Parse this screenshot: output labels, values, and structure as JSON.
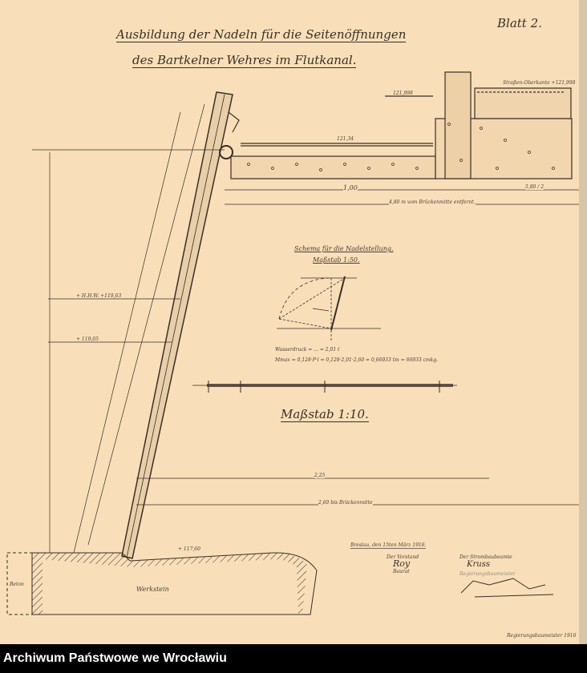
{
  "title": {
    "line1": "Ausbildung der Nadeln für die Seitenöffnungen",
    "line2": "des Bartkelner Wehres im Flutkanal.",
    "sheet": "Blatt 2."
  },
  "labels": {
    "road_top": "Straßen-Oberkante +121,998",
    "level_121_998": "121,998",
    "level_121_34": "121,34",
    "dim_1_00": "1,00",
    "dim_5_80": "5,80 / 2",
    "distance_note": "4,80 m vom Brückenmitte entfernt.",
    "hhw": "+ H.H.W. +119,63",
    "level_119": "+ 119,05",
    "dim_2_25": "2,25",
    "dim_2_60": "2,60 bis Brückenmitte",
    "level_117_60": "+ 117,60",
    "beton": "Beton",
    "werkstein": "Werkstein"
  },
  "schema": {
    "title": "Schema für die Nadelstellung.",
    "scale": "Maßstab 1:50.",
    "water_pressure": "Wasserdruck = ... = 2,01 t",
    "moment": "Mmax = 0,128·P·l = 0,128·2,01·2,60 = 0,66933 tm = 66933 cmkg."
  },
  "scale_bar": {
    "label": "Maßstab 1:10."
  },
  "signature_block": {
    "place_date": "Breslau, den 15ten März 1916.",
    "left_role": "Der Vorstand",
    "left_sig": "Roy",
    "left_title": "Baurat",
    "right_role": "Der Strombaubeamte",
    "right_sig": "Kruss",
    "right_title": "Regierungsbaumeister",
    "bottom_note": "Regierungsbaumeister 1916"
  },
  "footer": {
    "archive": "Archiwum Państwowe we Wrocławiu"
  },
  "colors": {
    "paper": "#f8dfb9",
    "ink": "#3a2e26"
  }
}
